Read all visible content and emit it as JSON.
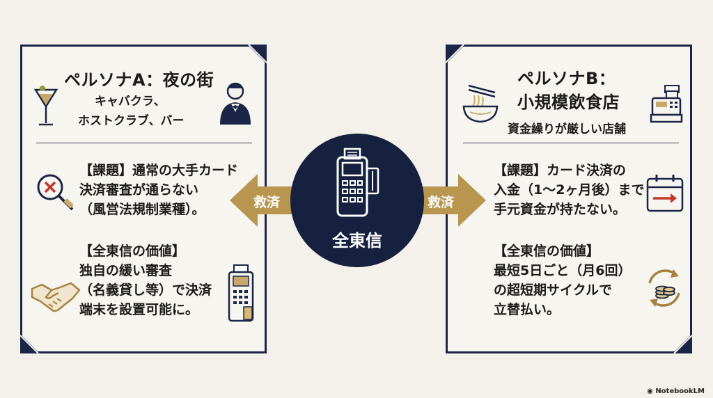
{
  "hub": {
    "label": "全東信"
  },
  "arrows": {
    "left_label": "救済",
    "right_label": "救済"
  },
  "persona_a": {
    "title": "ペルソナA：夜の街",
    "subtitle_lines": [
      "キャバクラ、",
      "ホストクラブ、バー"
    ],
    "issue_lines": [
      "【課題】通常の大手カード",
      "決済審査が通らない",
      "（風営法規制業種）。"
    ],
    "value_lines": [
      "【全東信の価値】",
      "独自の緩い審査",
      "（名義貸し等）で決済",
      "端末を設置可能に。"
    ]
  },
  "persona_b": {
    "title_lines": [
      "ペルソナB：",
      "小規模飲食店"
    ],
    "subtitle": "資金繰りが厳しい店舗",
    "issue_lines": [
      "【課題】カード決済の",
      "入金（1〜2ヶ月後）まで",
      "手元資金が持たない。"
    ],
    "value_lines": [
      "【全東信の価値】",
      "最短5日ごと（月6回）",
      "の超短期サイクルで",
      "立替払い。"
    ]
  },
  "colors": {
    "navy": "#15213f",
    "gold": "#b8964f",
    "red": "#c0392b",
    "background": "#f3f1ea"
  },
  "brand": "NotebookLM"
}
